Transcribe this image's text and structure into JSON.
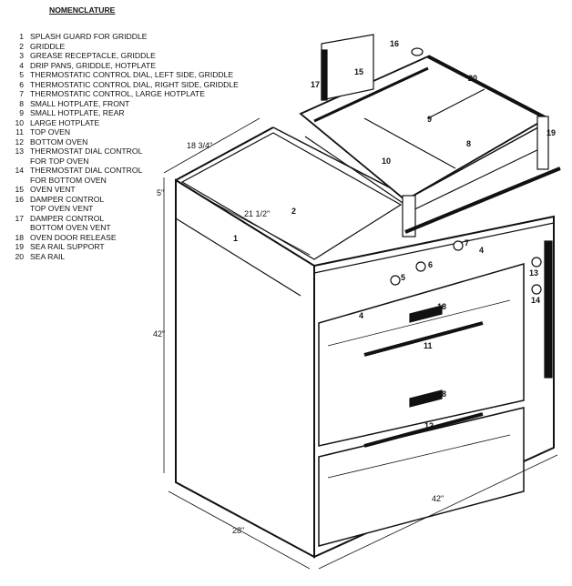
{
  "nomenclature": {
    "title": "NOMENCLATURE",
    "items": [
      {
        "num": "1",
        "text": "SPLASH GUARD FOR GRIDDLE"
      },
      {
        "num": "2",
        "text": "GRIDDLE"
      },
      {
        "num": "3",
        "text": "GREASE RECEPTACLE, GRIDDLE"
      },
      {
        "num": "4",
        "text": "DRIP PANS, GRIDDLE, HOTPLATE"
      },
      {
        "num": "5",
        "text": "THERMOSTATIC CONTROL DIAL, LEFT SIDE, GRIDDLE"
      },
      {
        "num": "6",
        "text": "THERMOSTATIC CONTROL DIAL, RIGHT SIDE, GRIDDLE"
      },
      {
        "num": "7",
        "text": "THERMOSTATIC CONTROL, LARGE HOTPLATE"
      },
      {
        "num": "8",
        "text": "SMALL HOTPLATE, FRONT"
      },
      {
        "num": "9",
        "text": "SMALL HOTPLATE, REAR"
      },
      {
        "num": "10",
        "text": "LARGE HOTPLATE"
      },
      {
        "num": "11",
        "text": "TOP OVEN"
      },
      {
        "num": "12",
        "text": "BOTTOM OVEN"
      },
      {
        "num": "13",
        "text": "THERMOSTAT DIAL CONTROL\nFOR TOP OVEN"
      },
      {
        "num": "14",
        "text": "THERMOSTAT DIAL CONTROL\nFOR BOTTOM OVEN"
      },
      {
        "num": "15",
        "text": "OVEN VENT"
      },
      {
        "num": "16",
        "text": "DAMPER CONTROL\nTOP OVEN VENT"
      },
      {
        "num": "17",
        "text": "DAMPER CONTROL\nBOTTOM OVEN VENT"
      },
      {
        "num": "18",
        "text": "OVEN DOOR RELEASE"
      },
      {
        "num": "19",
        "text": "SEA RAIL SUPPORT"
      },
      {
        "num": "20",
        "text": "SEA RAIL"
      }
    ]
  },
  "callouts": [
    "16",
    "15",
    "17",
    "20",
    "9",
    "19",
    "8",
    "10",
    "2",
    "1",
    "7",
    "4",
    "6",
    "5",
    "13",
    "14",
    "4",
    "18",
    "11",
    "18",
    "12"
  ],
  "dimensions": {
    "depth_top": "18 3/4\"",
    "splash_height": "5\"",
    "griddle_width": "21 1/2\"",
    "height": "42\"",
    "width": "42\"",
    "depth": "28\""
  }
}
